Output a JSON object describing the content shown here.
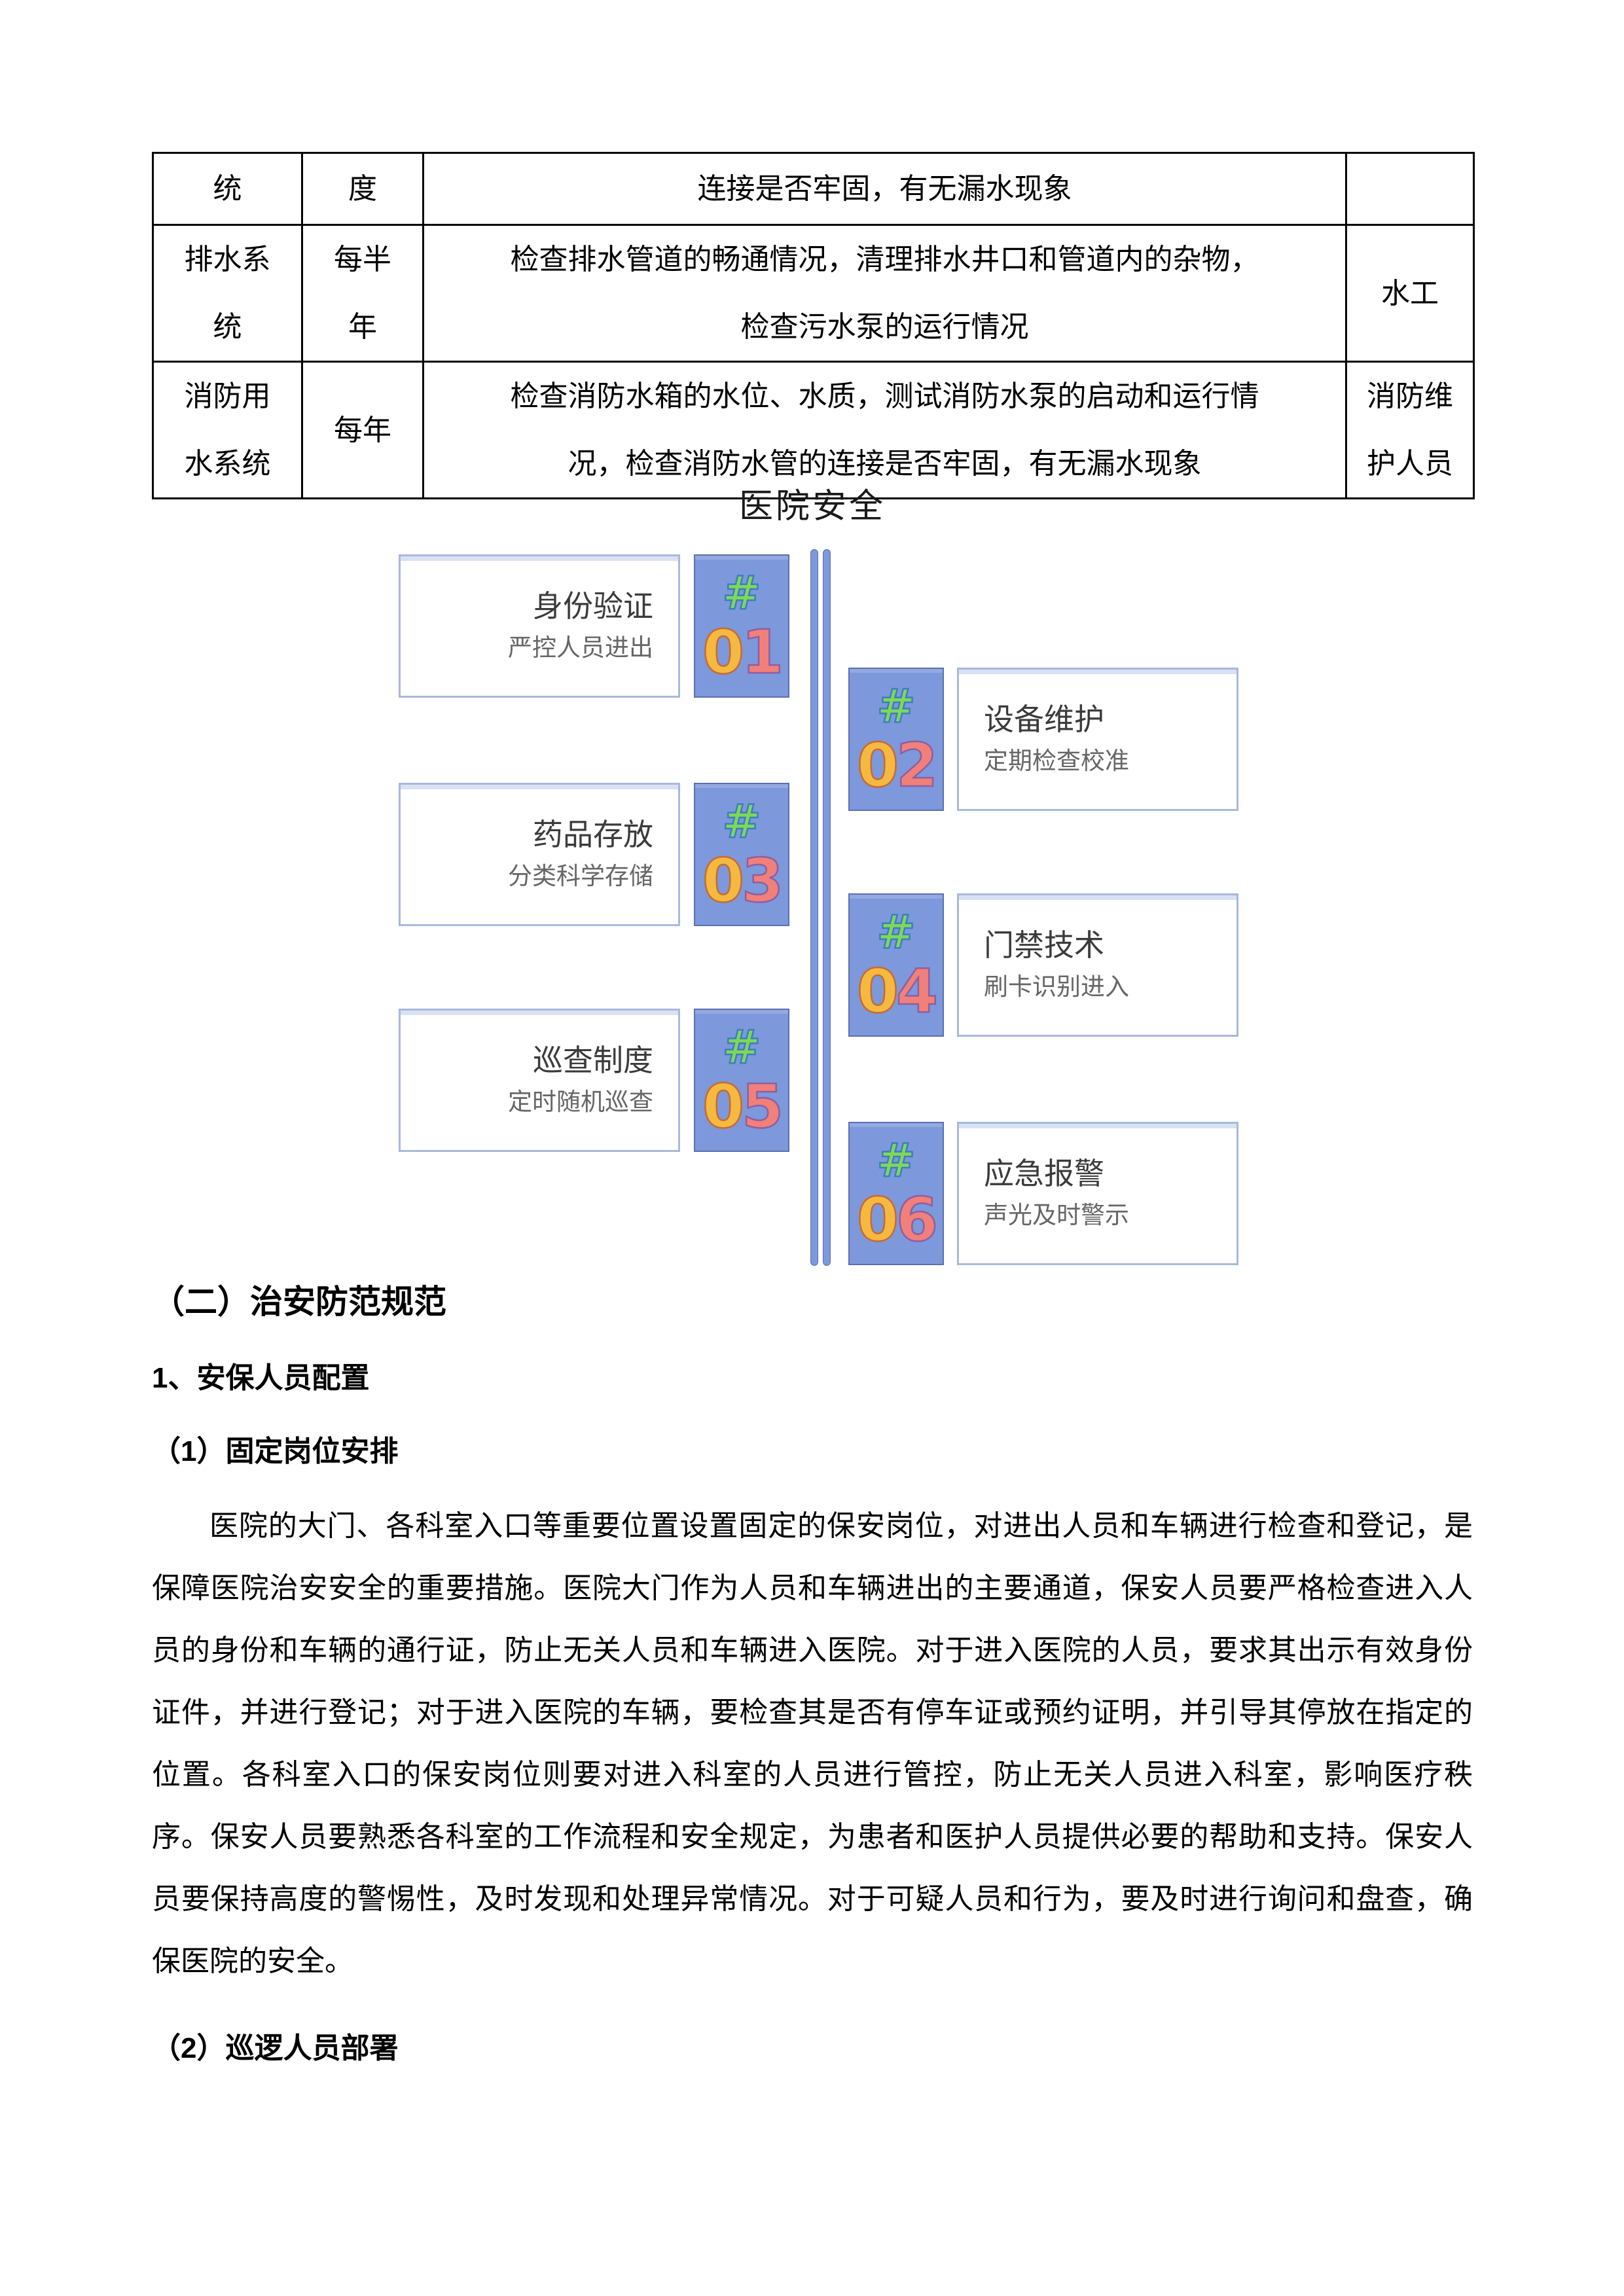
{
  "page": {
    "background": "#ffffff"
  },
  "table": {
    "rows": [
      {
        "cells": [
          "统",
          "度",
          "连接是否牢固，有无漏水现象",
          ""
        ]
      },
      {
        "cells": [
          "排水系统",
          "每半年",
          "检查排水管道的畅通情况，清理排水井口和管道内的杂物，\n检查污水泵的运行情况",
          "水工"
        ]
      },
      {
        "cells": [
          "消防用水系统",
          "每年",
          "检查消防水箱的水位、水质，测试消防水泵的启动和运行情\n况，检查消防水管的连接是否牢固，有无漏水现象",
          "消防维护人员"
        ]
      }
    ]
  },
  "diagram": {
    "title": "医院安全",
    "items": [
      {
        "hash": "#",
        "d1": "0",
        "d2": "1",
        "title": "身份验证",
        "subtitle": "严控人员进出",
        "side": "left"
      },
      {
        "hash": "#",
        "d1": "0",
        "d2": "2",
        "title": "设备维护",
        "subtitle": "定期检查校准",
        "side": "right"
      },
      {
        "hash": "#",
        "d1": "0",
        "d2": "3",
        "title": "药品存放",
        "subtitle": "分类科学存储",
        "side": "left"
      },
      {
        "hash": "#",
        "d1": "0",
        "d2": "4",
        "title": "门禁技术",
        "subtitle": "刷卡识别进入",
        "side": "right"
      },
      {
        "hash": "#",
        "d1": "0",
        "d2": "5",
        "title": "巡查制度",
        "subtitle": "定时随机巡查",
        "side": "left"
      },
      {
        "hash": "#",
        "d1": "0",
        "d2": "6",
        "title": "应急报警",
        "subtitle": "声光及时警示",
        "side": "right"
      }
    ],
    "colors": {
      "badge_fill": "#7D98DB",
      "badge_border": "#5C70AD",
      "hash_green": "#7FD857",
      "digit_orange": "#F5B942",
      "digit_salmon": "#F1807A",
      "card_border": "#A9B8DC"
    }
  },
  "sections": {
    "heading_main": "（二）治安防范规范",
    "heading_sub1": "1、安保人员配置",
    "heading_sub2": "（1）固定岗位安排",
    "paragraph": "医院的大门、各科室入口等重要位置设置固定的保安岗位，对进出人员和车辆进行检查和登记，是保障医院治安安全的重要措施。医院大门作为人员和车辆进出的主要通道，保安人员要严格检查进入人员的身份和车辆的通行证，防止无关人员和车辆进入医院。对于进入医院的人员，要求其出示有效身份证件，并进行登记；对于进入医院的车辆，要检查其是否有停车证或预约证明，并引导其停放在指定的位置。各科室入口的保安岗位则要对进入科室的人员进行管控，防止无关人员进入科室，影响医疗秩序。保安人员要熟悉各科室的工作流程和安全规定，为患者和医护人员提供必要的帮助和支持。保安人员要保持高度的警惕性，及时发现和处理异常情况。对于可疑人员和行为，要及时进行询问和盘查，确保医院的安全。",
    "heading_sub3": "（2）巡逻人员部署"
  }
}
